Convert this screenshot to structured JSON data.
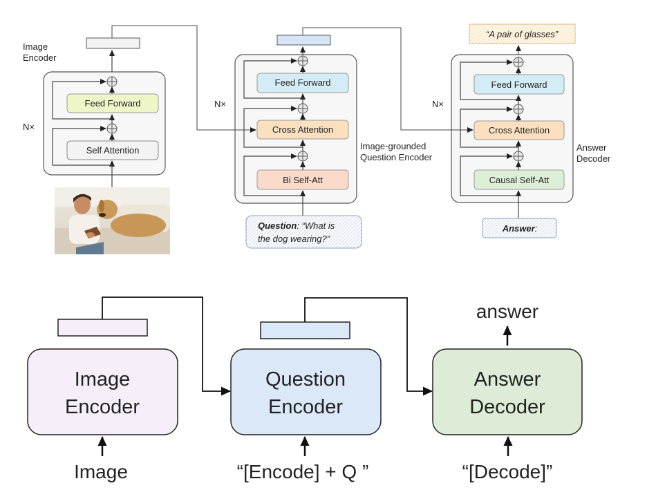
{
  "top": {
    "image_encoder": {
      "label_line1": "Image",
      "label_line2": "Encoder",
      "repeat": "N×",
      "feed_forward": "Feed Forward",
      "self_attention": "Self Attention"
    },
    "question_encoder": {
      "repeat": "N×",
      "feed_forward": "Feed Forward",
      "cross_attention": "Cross Attention",
      "bi_self_att": "Bi Self-Att",
      "label_line1": "Image-grounded",
      "label_line2": "Question Encoder",
      "question_prefix": "Question",
      "question_line1": ": “What is",
      "question_line2": "the dog wearing?”"
    },
    "answer_decoder": {
      "repeat": "N×",
      "feed_forward": "Feed Forward",
      "cross_attention": "Cross Attention",
      "causal_self_att": "Causal Self-Att",
      "label_line1": "Answer",
      "label_line2": "Decoder",
      "answer_prefix": "Answer",
      "answer_suffix": ":",
      "output": "“A pair of glasses”"
    }
  },
  "bottom": {
    "image_encoder_line1": "Image",
    "image_encoder_line2": "Encoder",
    "question_encoder_line1": "Question",
    "question_encoder_line2": "Encoder",
    "answer_decoder_line1": "Answer",
    "answer_decoder_line2": "Decoder",
    "input_image": "Image",
    "input_question": "“[Encode] + Q ”",
    "input_decode": "“[Decode]”",
    "output_answer": "answer"
  },
  "colors": {
    "feed_forward_green": "#eef6c8",
    "feed_forward_blue": "#d3ecf6",
    "cross_attention": "#fbe0c0",
    "bi_self_att": "#fadbcb",
    "causal_self_att": "#dcefd6",
    "self_attention": "#f3f3f3",
    "image_encoder_box": "#f6eff9",
    "question_encoder_box": "#dbe8f8",
    "answer_decoder_box": "#dcecd6"
  }
}
